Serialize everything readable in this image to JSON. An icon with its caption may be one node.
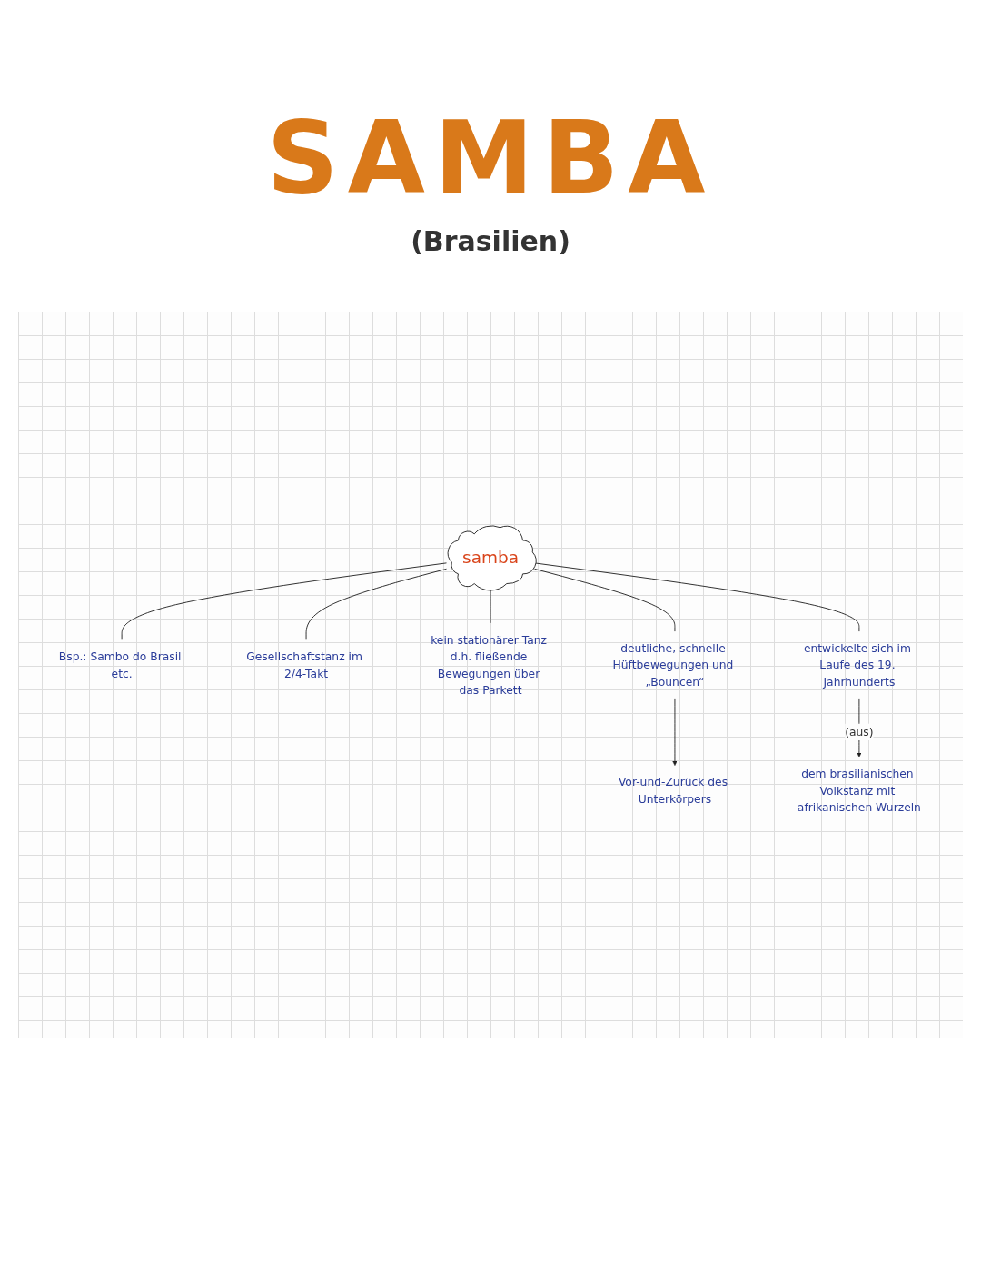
{
  "diagram": {
    "title": "SAMBA",
    "nodes": [
      {
        "text": [
          "samba"
        ]
      },
      {
        "text": [
          "Bsp.: Sambo do Brasil etc."
        ]
      },
      {
        "text": [
          "Gesellschaftstanz im 2/4-Takt"
        ]
      },
      {
        "text": [
          "kein stationärer Tanz d.h. fließende Bewegungen über das Parkett"
        ]
      },
      {
        "text": [
          "deutliche, schnelle Hüftbewegungen und „Bouncen“"
        ]
      },
      {
        "text": [
          "entwickelte sich im Laufe des 19. Jahrhunderts"
        ]
      },
      {
        "text": [
          "Vor-und-Zurück des Unterkörpers"
        ]
      },
      {
        "text": [
          "dem brasilianischen Volkstanz mit afrikanischen Wurzeln"
        ]
      }
    ],
    "edges": [
      {
        "from": 0,
        "to": 1,
        "arrow": "none"
      },
      {
        "from": 0,
        "to": 2,
        "arrow": "none"
      },
      {
        "from": 0,
        "to": 3,
        "arrow": "none"
      },
      {
        "from": 0,
        "to": 4,
        "arrow": "none"
      },
      {
        "from": 0,
        "to": 5,
        "arrow": "none"
      },
      {
        "from": 4,
        "to": 6,
        "arrow": "to"
      },
      {
        "from": 5,
        "to": 7,
        "arrow": "to",
        "label": "(aus)"
      }
    ],
    "labels": [
      "(Brasilien)"
    ]
  }
}
